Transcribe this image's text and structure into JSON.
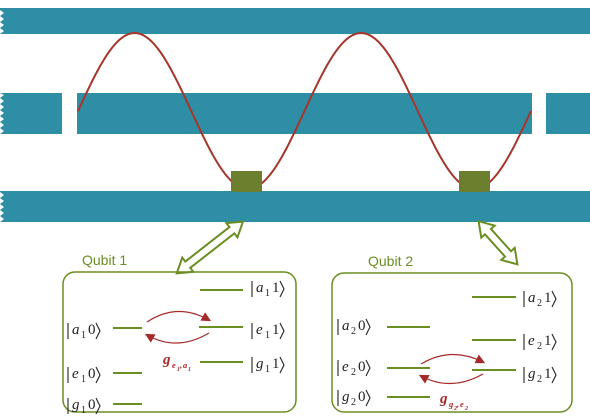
{
  "colors": {
    "waveguide": "#2e8ea6",
    "wave": "#a6352a",
    "qubit": "#6b7f2e",
    "frame": "#6b8e23",
    "coupling": "#a52a2a"
  },
  "qubit1": {
    "title": "Qubit 1",
    "levels": [
      {
        "state": "a",
        "sub": "1",
        "photon": "1"
      },
      {
        "state": "a",
        "sub": "1",
        "photon": "0"
      },
      {
        "state": "e",
        "sub": "1",
        "photon": "1"
      },
      {
        "state": "g",
        "sub": "1",
        "photon": "1"
      },
      {
        "state": "e",
        "sub": "1",
        "photon": "0"
      },
      {
        "state": "g",
        "sub": "1",
        "photon": "0"
      }
    ],
    "coupling": {
      "symbol": "g",
      "subscript": "e",
      "sub1": "1",
      "sep": ",",
      "subscript2": "a",
      "sub2": "1"
    }
  },
  "qubit2": {
    "title": "Qubit 2",
    "levels": [
      {
        "state": "a",
        "sub": "2",
        "photon": "1"
      },
      {
        "state": "a",
        "sub": "2",
        "photon": "0"
      },
      {
        "state": "e",
        "sub": "2",
        "photon": "1"
      },
      {
        "state": "e",
        "sub": "2",
        "photon": "0"
      },
      {
        "state": "g",
        "sub": "2",
        "photon": "1"
      },
      {
        "state": "g",
        "sub": "2",
        "photon": "0"
      }
    ],
    "coupling": {
      "symbol": "g",
      "subscript": "g",
      "sub1": "2",
      "sep": ",",
      "subscript2": "e",
      "sub2": "2"
    }
  }
}
